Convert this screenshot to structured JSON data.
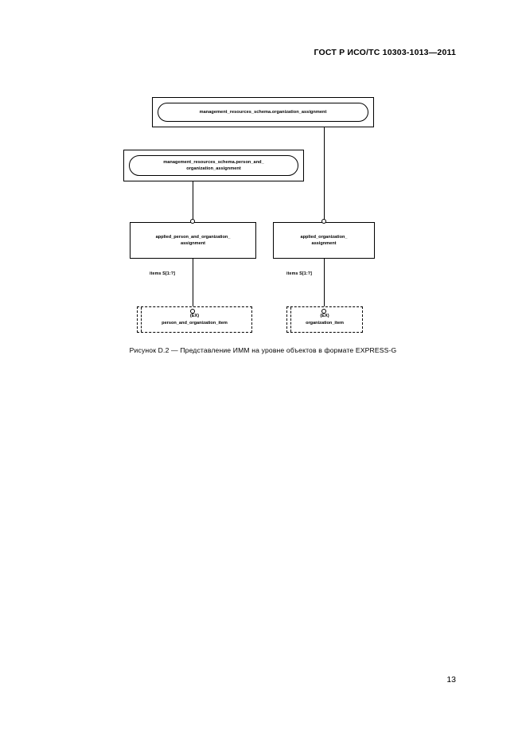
{
  "header": {
    "standard_title": "ГОСТ Р ИСО/ТС 10303-1013—2011"
  },
  "footer": {
    "page_number": "13"
  },
  "figure": {
    "caption": "Рисунок  D.2 — Представление ИММ на уровне объектов в формате EXPRESS-G",
    "schema_boxes": [
      {
        "id": "schema-organization-assignment",
        "label": "management_resources_schema.organization_assignment"
      },
      {
        "id": "schema-person-and-organization-assignment",
        "label": "management_resources_schema.person_and_\norganization_assignment"
      }
    ],
    "entity_boxes": [
      {
        "id": "applied-person-and-organization-assignment",
        "label": "applied_person_and_organization_\nassignment"
      },
      {
        "id": "applied-organization-assignment",
        "label": "applied_organization_\nassignment"
      }
    ],
    "select_boxes": [
      {
        "id": "person-and-organization-item",
        "label": "(EX)\nperson_and_organization_item"
      },
      {
        "id": "organization-item",
        "label": "(EX)\norganization_item"
      }
    ],
    "edge_labels": [
      {
        "id": "items-left",
        "text": "items S[1:?]"
      },
      {
        "id": "items-right",
        "text": "items S[1:?]"
      }
    ]
  }
}
